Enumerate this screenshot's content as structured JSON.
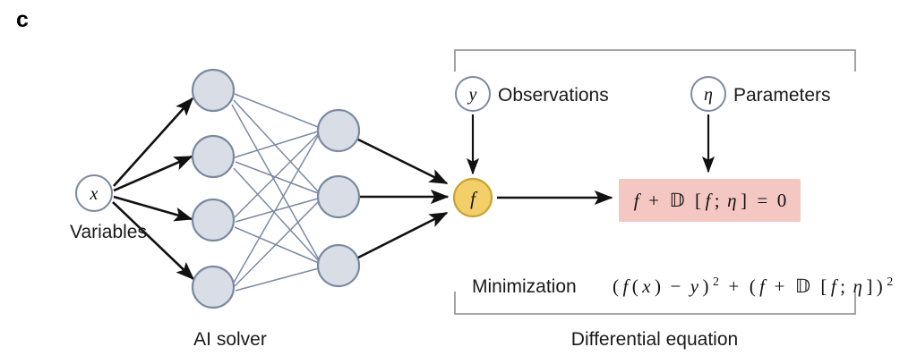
{
  "figure": {
    "panel_letter": "c",
    "background_color": "#ffffff"
  },
  "colors": {
    "node_fill": "#d9dee6",
    "node_stroke": "#7b8aa2",
    "f_node_fill": "#f2cf68",
    "f_node_stroke": "#c9a230",
    "equation_box_fill": "#f4c7c2",
    "arrow_color": "#111111",
    "bracket_color": "#9a9a9a"
  },
  "left_section": {
    "caption": "AI solver",
    "input_node": {
      "symbol": "x",
      "label": "Variables"
    },
    "hidden_layer_1": {
      "node_count": 4
    },
    "hidden_layer_2": {
      "node_count": 3
    }
  },
  "right_section": {
    "caption": "Differential equation",
    "observations": {
      "symbol": "y",
      "label": "Observations"
    },
    "parameters": {
      "symbol": "η",
      "label": "Parameters"
    },
    "solution_node": {
      "symbol": "f"
    },
    "equation_box": {
      "parts": {
        "f": "f",
        "plus": "+",
        "operator": " D̲",
        "operator_glyph": "𝔻",
        "bracket_open": "[",
        "f2": "f",
        "semicolon": ";",
        "eta": "η",
        "bracket_close": "]",
        "equals": "=",
        "zero": "0"
      },
      "full_text": "f + 𝔻 [f; η] = 0"
    },
    "minimization": {
      "label": "Minimization",
      "expr_p1": "(",
      "expr_f": "f",
      "expr_x_open": "(",
      "expr_x": "x",
      "expr_x_close": ")",
      "expr_minus": "−",
      "expr_y": "y",
      "expr_p2": ")",
      "expr_sup1": "2",
      "expr_plus": "+",
      "expr_p3": "(",
      "expr_f2": "f",
      "expr_plus2": "+",
      "expr_operator": "𝔻",
      "expr_br_open": "[",
      "expr_f3": "f",
      "expr_semi": ";",
      "expr_eta": "η",
      "expr_br_close": "]",
      "expr_p4": ")",
      "expr_sup2": "2",
      "full_text": "(f(x) − y)² + (f + 𝔻 [f; η])²"
    }
  }
}
